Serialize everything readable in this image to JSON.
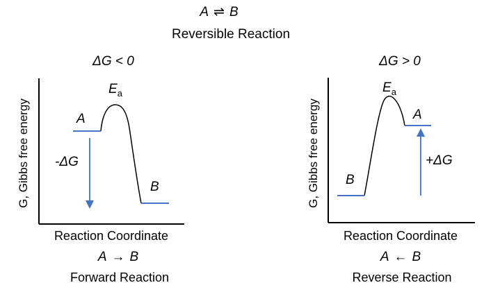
{
  "colors": {
    "accent_blue": "#4472C4",
    "ink": "#000000"
  },
  "header": {
    "equation": {
      "left": "A",
      "arrow": "⇌",
      "right": "B"
    },
    "subtitle": "Reversible Reaction"
  },
  "left_chart": {
    "title": "ΔG < 0",
    "y_axis_label": "G, Gibbs free energy",
    "x_axis_label": "Reaction Coordinate",
    "state_a_label": "A",
    "state_b_label": "B",
    "activation_energy": {
      "symbol": "E",
      "subscript": "a"
    },
    "delta_g_label": "-ΔG",
    "equation": {
      "left": "A",
      "arrow": "→",
      "right": "B"
    },
    "caption": "Forward Reaction"
  },
  "right_chart": {
    "title": "ΔG > 0",
    "y_axis_label": "G, Gibbs free energy",
    "x_axis_label": "Reaction Coordinate",
    "state_a_label": "A",
    "state_b_label": "B",
    "activation_energy": {
      "symbol": "E",
      "subscript": "a"
    },
    "delta_g_label": "+ΔG",
    "equation": {
      "left": "A",
      "arrow": "←",
      "right": "B"
    },
    "caption": "Reverse Reaction"
  }
}
